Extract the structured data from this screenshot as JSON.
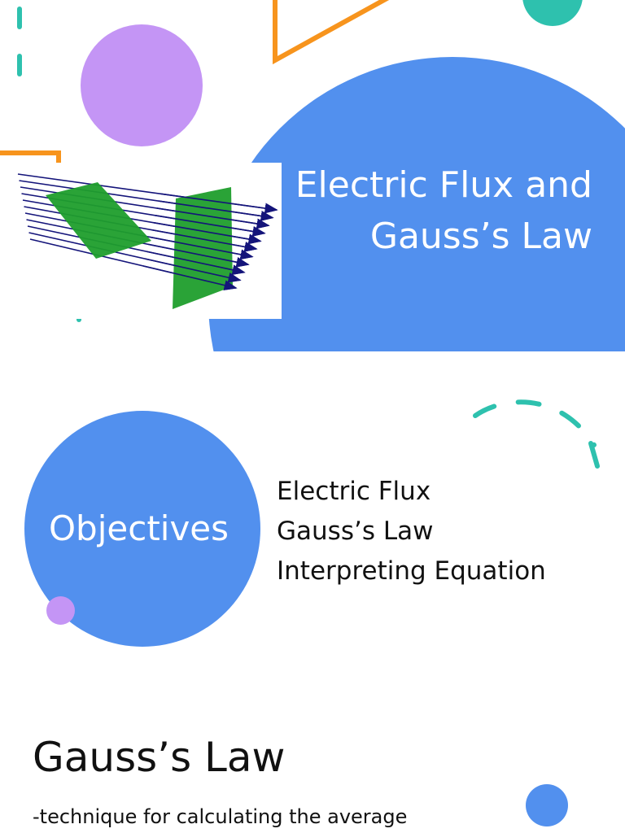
{
  "colors": {
    "blue": "#5290ee",
    "purple": "#c495f5",
    "teal": "#2ec1ae",
    "orange": "#f7941d",
    "green": "#1f9e2c",
    "arrow": "#14147a",
    "text": "#111111"
  },
  "hero": {
    "title_line1": "Electric Flux and",
    "title_line2": "Gauss’s Law",
    "image_icon": "electric-field-flux-illustration"
  },
  "objectives": {
    "label": "Objectives",
    "items": [
      "Electric Flux",
      "Gauss’s Law",
      "Interpreting Equation"
    ]
  },
  "section": {
    "heading": "Gauss’s Law",
    "text": "-technique for calculating the average"
  }
}
